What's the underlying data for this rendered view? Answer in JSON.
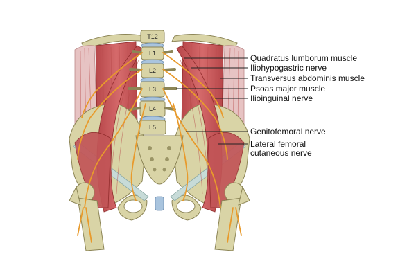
{
  "vertebrae": [
    "T12",
    "L1",
    "L2",
    "L3",
    "L4",
    "L5"
  ],
  "labels": [
    {
      "id": "quadratus-lumborum-muscle",
      "lines": [
        "Quadratus lumborum muscle"
      ]
    },
    {
      "id": "iliohypogastric-nerve",
      "lines": [
        "Iliohypogastric nerve"
      ]
    },
    {
      "id": "transversus-abdominis-muscle",
      "lines": [
        "Transversus abdominis muscle"
      ]
    },
    {
      "id": "psoas-major-muscle",
      "lines": [
        "Psoas major muscle"
      ]
    },
    {
      "id": "ilioinguinal-nerve",
      "lines": [
        "Ilioinguinal nerve"
      ]
    },
    {
      "id": "genitofemoral-nerve",
      "lines": [
        "Genitofemoral nerve"
      ]
    },
    {
      "id": "lateral-femoral-cutaneous-nerve",
      "lines": [
        "Lateral femoral",
        "cutaneous nerve"
      ]
    }
  ],
  "colors": {
    "muscle": "#c9585a",
    "bone": "#d9d4a6",
    "disc": "#a9c4de",
    "nerve": "#e89a2c",
    "ligament": "#c7dbd8"
  }
}
